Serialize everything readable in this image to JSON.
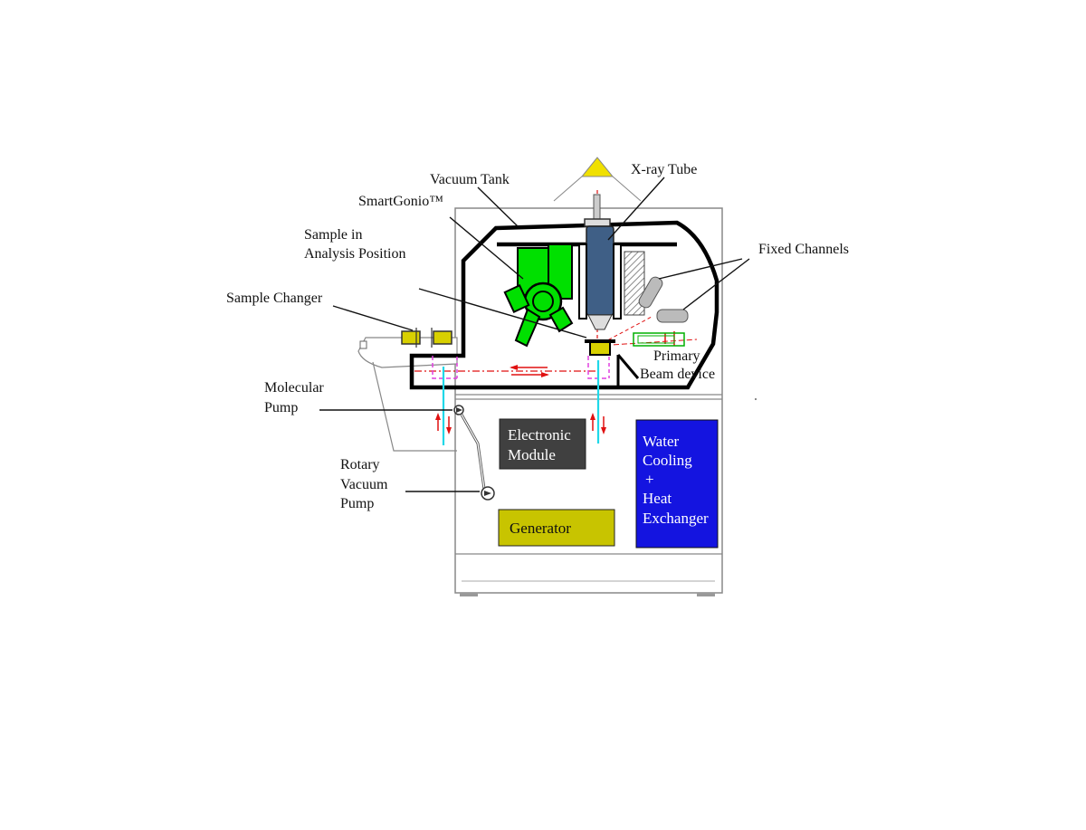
{
  "labels": {
    "vacuum_tank": "Vacuum Tank",
    "xray_tube": "X-ray Tube",
    "smartgonio": "SmartGonio™",
    "sample_in_1": "Sample in",
    "sample_in_2": "Analysis Position",
    "fixed_channels": "Fixed Channels",
    "sample_changer": "Sample Changer",
    "primary_1": "Primary",
    "primary_2": "Beam device",
    "molecular_1": "Molecular",
    "molecular_2": "Pump",
    "rotary_1": "Rotary",
    "rotary_2": "Vacuum",
    "rotary_3": "Pump"
  },
  "boxes": {
    "electronic_1": "Electronic",
    "electronic_2": "Module",
    "generator": "Generator",
    "water_1": "Water",
    "water_2": "Cooling",
    "water_3": "+",
    "water_4": "Heat",
    "water_5": "Exchanger"
  },
  "colors": {
    "electronic_module": "#404040",
    "generator": "#c8c400",
    "water_cooling": "#1414e0",
    "smartgonio": "#00e000",
    "xray_tube": "#3f5f86",
    "indicator": "#f0e000",
    "sample_cup": "#d8d000",
    "beam_line": "#e01010",
    "coolant_line": "#20d8e8",
    "flow_path": "#e040e0"
  }
}
